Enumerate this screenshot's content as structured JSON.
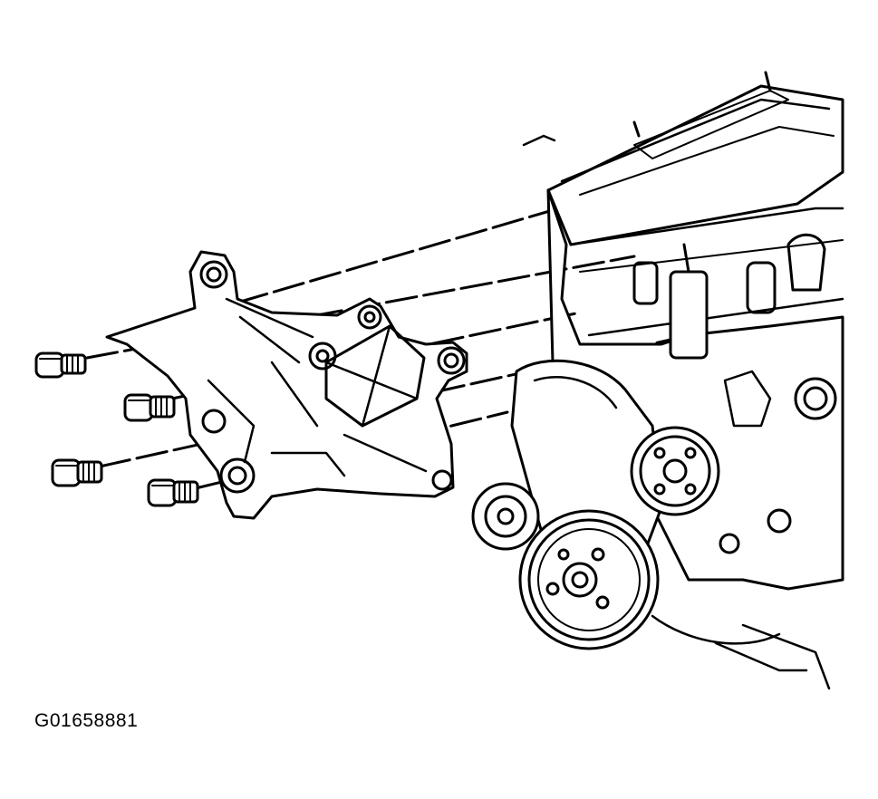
{
  "figure": {
    "code": "G01658881"
  },
  "parts": {
    "bolts": [
      "bolt-1",
      "bolt-2",
      "bolt-3",
      "bolt-4"
    ],
    "bracket": "accessory-bracket",
    "engine": "engine-block"
  },
  "colors": {
    "ink": "#000000",
    "paper": "#ffffff"
  }
}
